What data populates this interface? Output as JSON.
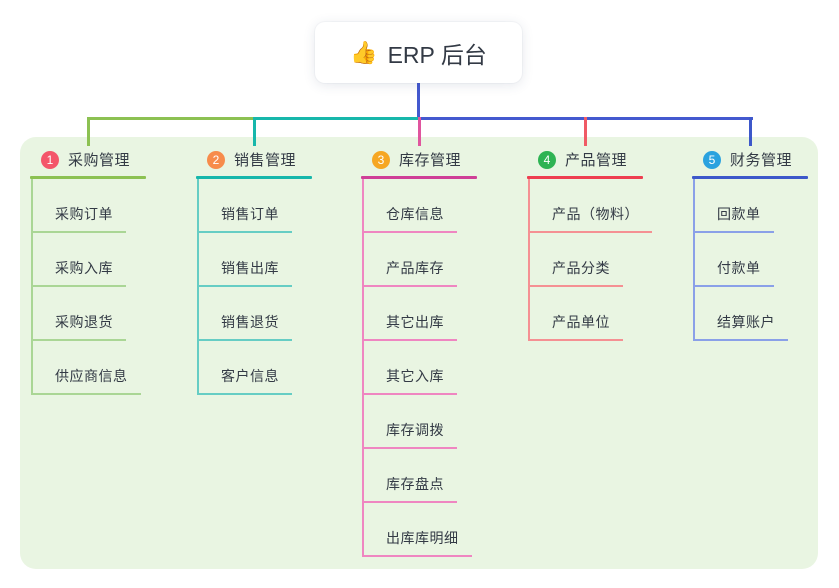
{
  "root": {
    "icon": "👍",
    "label": "ERP 后台",
    "connector_color": "#4459cf",
    "text_color": "#333a45"
  },
  "panel": {
    "bg_color": "#e9f5e2"
  },
  "branches": [
    {
      "badge": "1",
      "badge_color": "#f4566a",
      "label": "采购管理",
      "line_color": "#8cc152",
      "drop_color": "#8cc152",
      "child_line_color": "#aad695",
      "children": [
        "采购订单",
        "采购入库",
        "采购退货",
        "供应商信息"
      ]
    },
    {
      "badge": "2",
      "badge_color": "#f78c4b",
      "label": "销售管理",
      "line_color": "#17b7ab",
      "drop_color": "#17b7ab",
      "child_line_color": "#66cdc4",
      "children": [
        "销售订单",
        "销售出库",
        "销售退货",
        "客户信息"
      ]
    },
    {
      "badge": "3",
      "badge_color": "#f6a723",
      "label": "库存管理",
      "line_color": "#cf3f97",
      "drop_color": "#e0559e",
      "child_line_color": "#ef86c1",
      "children": [
        "仓库信息",
        "产品库存",
        "其它出库",
        "其它入库",
        "库存调拨",
        "库存盘点",
        "出库库明细"
      ]
    },
    {
      "badge": "4",
      "badge_color": "#2eb353",
      "label": "产品管理",
      "line_color": "#ee3e50",
      "drop_color": "#f05a65",
      "child_line_color": "#f59093",
      "children": [
        "产品（物料）",
        "产品分类",
        "产品单位"
      ]
    },
    {
      "badge": "5",
      "badge_color": "#2aa2df",
      "label": "财务管理",
      "line_color": "#3d58ca",
      "drop_color": "#3d58ca",
      "child_line_color": "#8aa0e8",
      "children": [
        "回款单",
        "付款单",
        "结算账户"
      ]
    }
  ]
}
